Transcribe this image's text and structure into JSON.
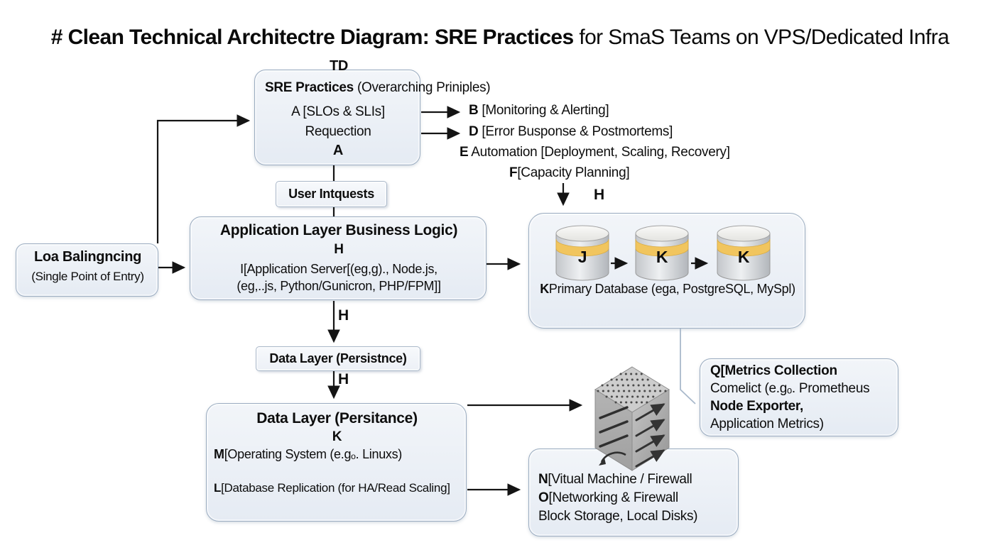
{
  "title": {
    "part1": "# Clean Technical Architectre Diagram:",
    "part2": " SRE Practices",
    "part3": " for SmaS Teams on VPS/Dedicated Infra"
  },
  "sre_box": {
    "tag": "TD",
    "heading_bold": "SRE Practices",
    "heading_rest": " (Overarching Priniples)",
    "line1": "A [SLOs & SLIs]",
    "line2": "Requection",
    "line3": "A"
  },
  "practices": {
    "monitoring_key": "B",
    "monitoring": " [Monitoring & Alerting]",
    "error_key": "D",
    "error": " [Error Busponse & Postmortems]",
    "automation_key": "E",
    "automation": " Automation [Deployment, Scaling, Recovery]",
    "capacity_key": "F",
    "capacity": "[Capacity Planning]"
  },
  "labels": {
    "h_db": "H",
    "h_chain1": "H",
    "h_chain2": "H"
  },
  "user_requests": {
    "text": "User Intquests"
  },
  "load_balancer": {
    "line1": "Loa Balingncing",
    "line2": "(Single Point of Entry)"
  },
  "app_layer": {
    "heading": "Application Layer Business Logic)",
    "h": "H",
    "line1": "I[Application Server[(eg,g)., Node.js,",
    "line2": "(eg,..js, Python/Gunicron, PHP/FPM]]"
  },
  "database": {
    "cyl1": "J",
    "cyl2": "K",
    "cyl3": "K",
    "label_key": "K",
    "label": "Primary Database (ega, PostgreSQL, MySpl)"
  },
  "data_layer_small": {
    "text": "Data Layer (Persistnce)"
  },
  "data_layer": {
    "heading": "Data Layer (Persitance)",
    "k": "K",
    "m_key": "M",
    "m": "[Operating System (e.gₒ. Linuxs)",
    "l_key": "L",
    "l": "[Database Replication (for HA/Read Scaling]"
  },
  "metrics": {
    "line1_key": "Q",
    "line1": "[Metrics Collection",
    "line2": "Comelict (e.gₒ. Prometheus",
    "line3": "Node Exporter,",
    "line4": "Application Metrics)"
  },
  "infra": {
    "line1_key": "N",
    "line1": "[Vitual Machine / Firewall",
    "line2_key": "O",
    "line2": "[Networking & Firewall",
    "line3": "Block Storage, Local Disks)"
  },
  "colors": {
    "box_border": "#9cadc1",
    "box_fill": "#edf1f7",
    "arrow": "#141414",
    "light_connector": "#a9b9cb",
    "cylinder_band": "#f1c55e",
    "server_gray": "#b3b3b3"
  }
}
